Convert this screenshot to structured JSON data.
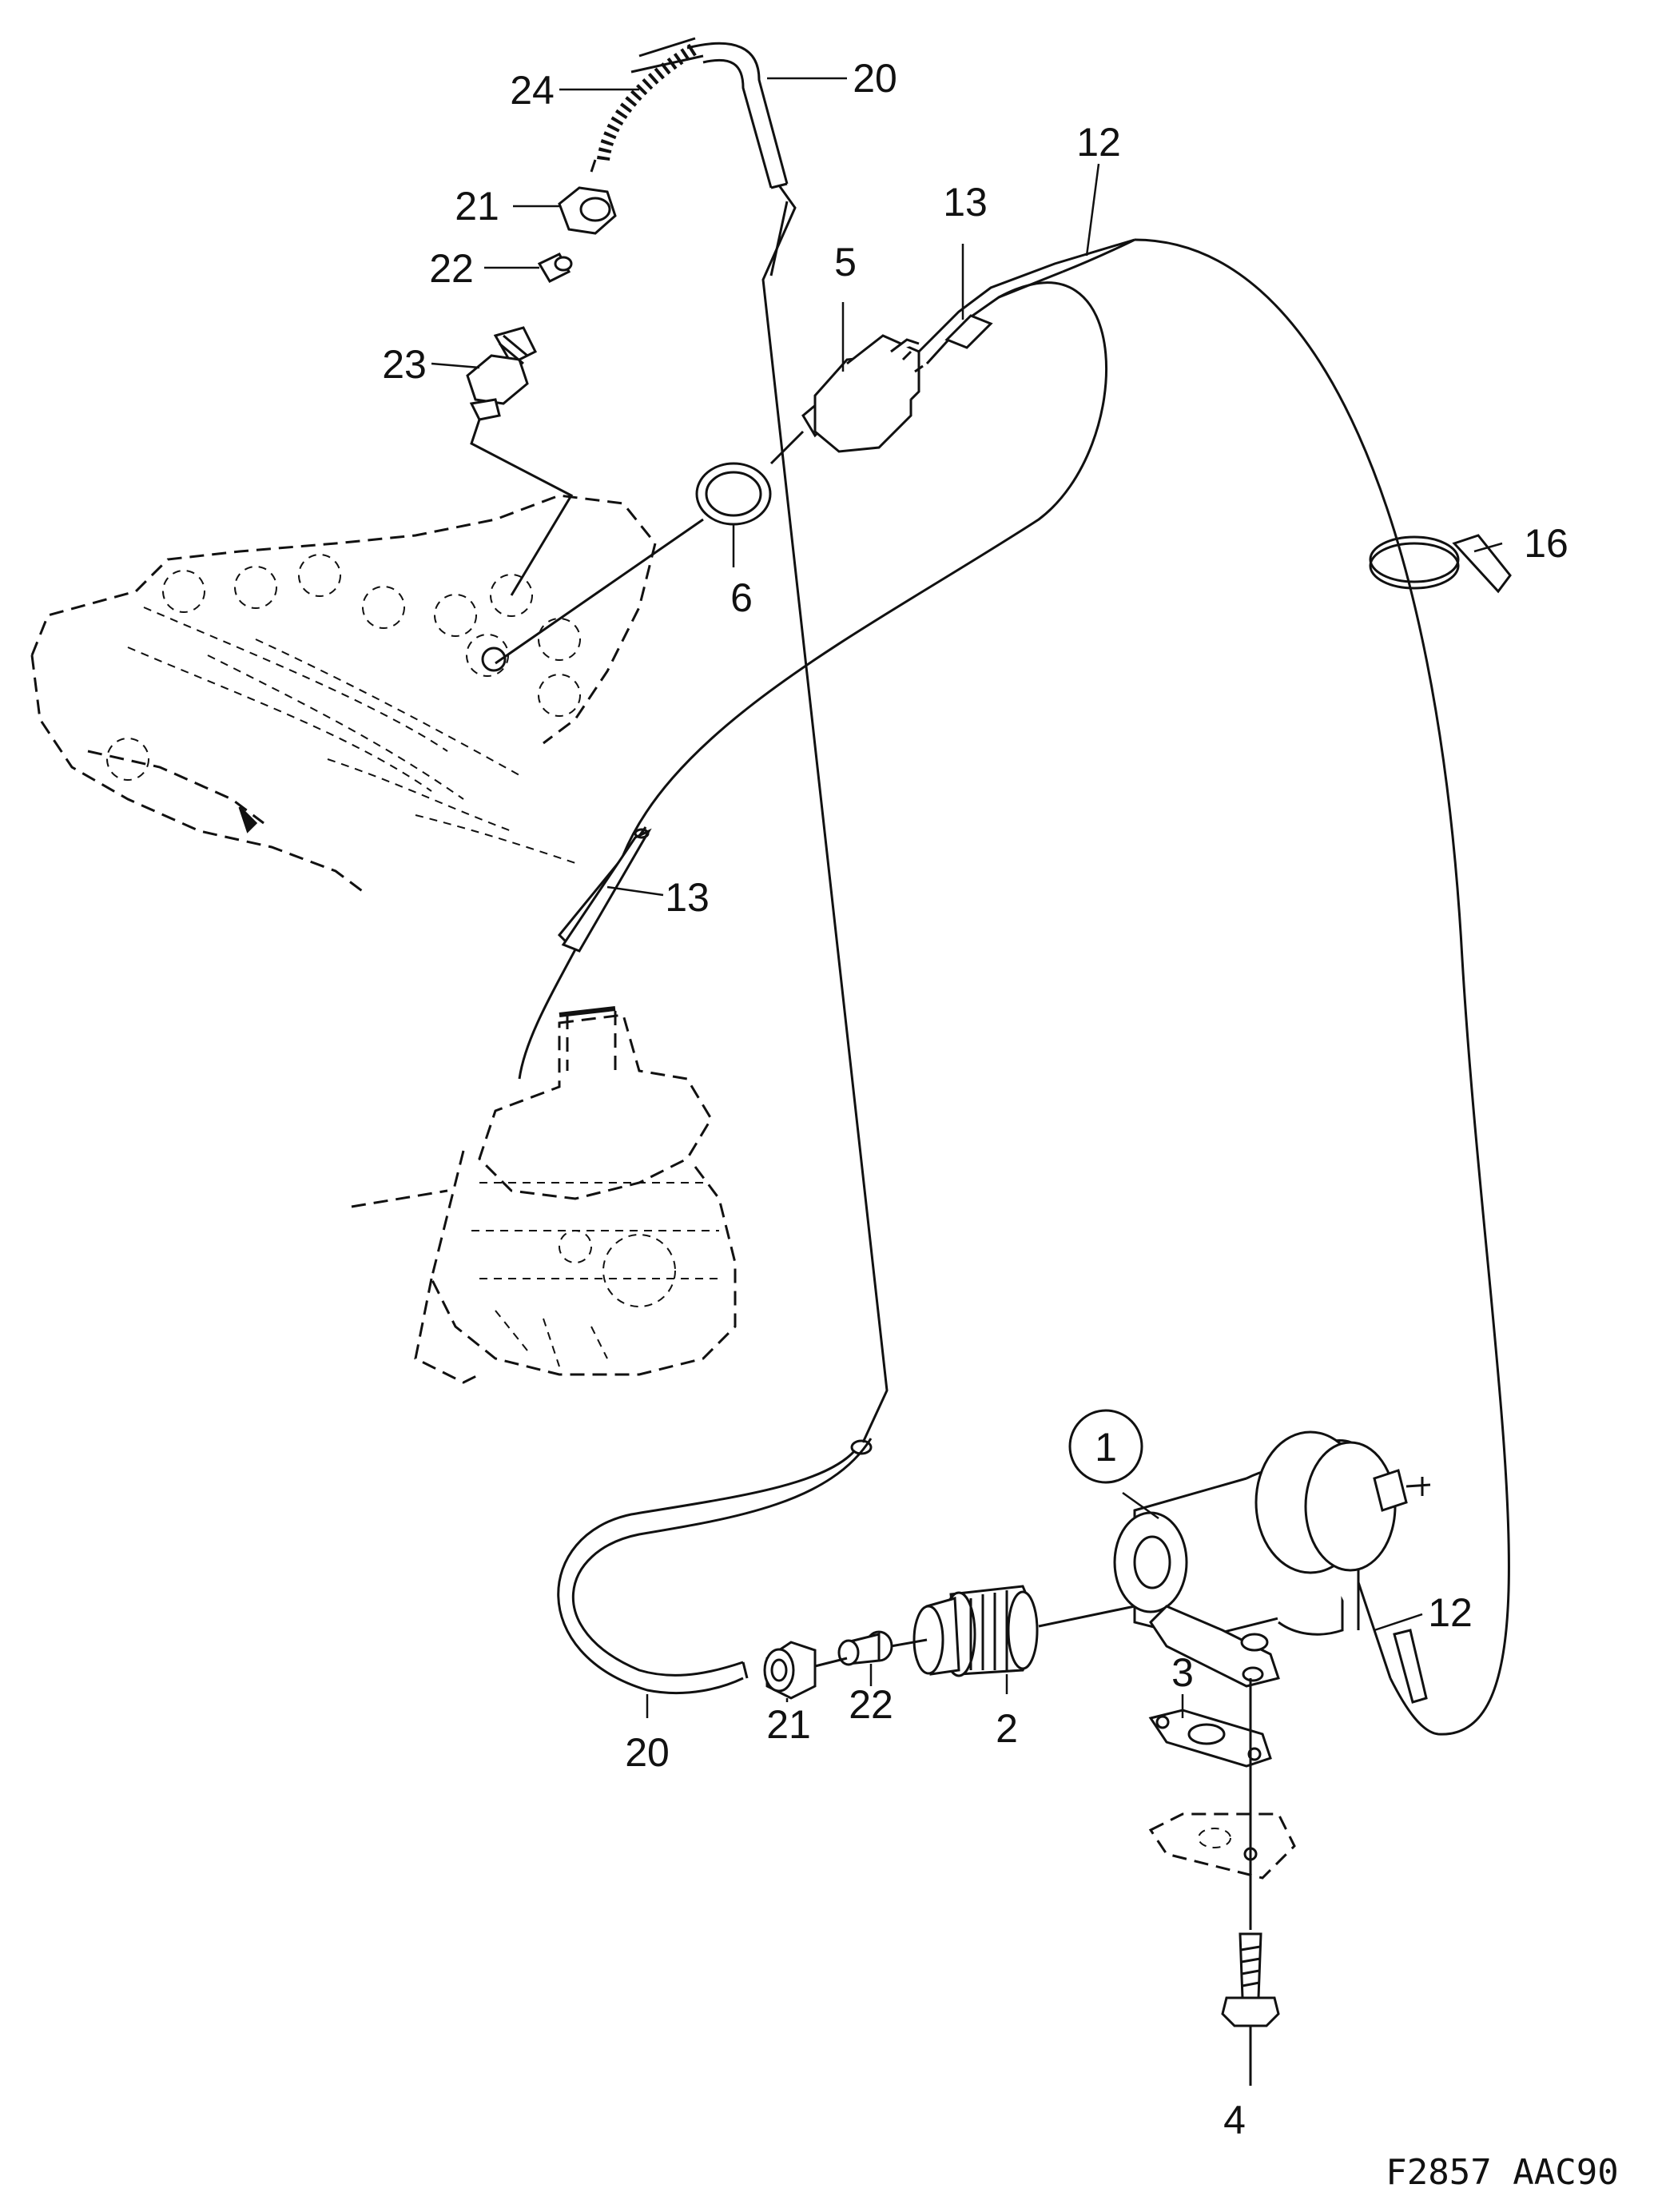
{
  "figure_code": "F2857 AAC90",
  "callouts": {
    "c1": "1",
    "c2": "2",
    "c3": "3",
    "c4": "4",
    "c5": "5",
    "c6": "6",
    "c12a": "12",
    "c12b": "12",
    "c13a": "13",
    "c13b": "13",
    "c16": "16",
    "c20a": "20",
    "c20b": "20",
    "c21a": "21",
    "c21b": "21",
    "c22a": "22",
    "c22b": "22",
    "c23": "23",
    "c24": "24"
  }
}
